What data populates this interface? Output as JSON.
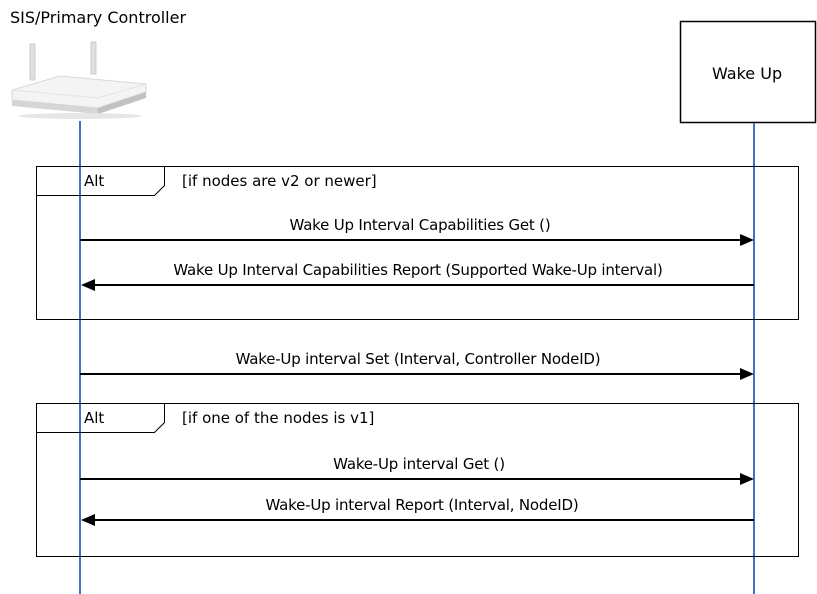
{
  "participants": {
    "controller": {
      "label": "SIS/Primary  Controller"
    },
    "wakeup": {
      "label": "Wake  Up"
    }
  },
  "fragments": [
    {
      "operator": "Alt",
      "guard": "[if nodes are v2 or newer]"
    },
    {
      "operator": "Alt",
      "guard": "[if one of the nodes is v1]"
    }
  ],
  "messages": [
    {
      "label": "Wake Up  Interval Capabilities Get ()",
      "direction": "controller-to-wakeup"
    },
    {
      "label": "Wake Up  Interval Capabilities Report (Supported Wake-Up interval)",
      "direction": "wakeup-to-controller"
    },
    {
      "label": "Wake-Up interval Set (Interval, Controller NodeID)",
      "direction": "controller-to-wakeup"
    },
    {
      "label": "Wake-Up interval Get ()",
      "direction": "controller-to-wakeup"
    },
    {
      "label": "Wake-Up interval Report (Interval, NodeID)",
      "direction": "wakeup-to-controller"
    }
  ],
  "colors": {
    "lifeline": "#4472c4",
    "line": "#000000",
    "device_body": "#f2f2f2",
    "device_shadow": "#c8c8c8"
  }
}
